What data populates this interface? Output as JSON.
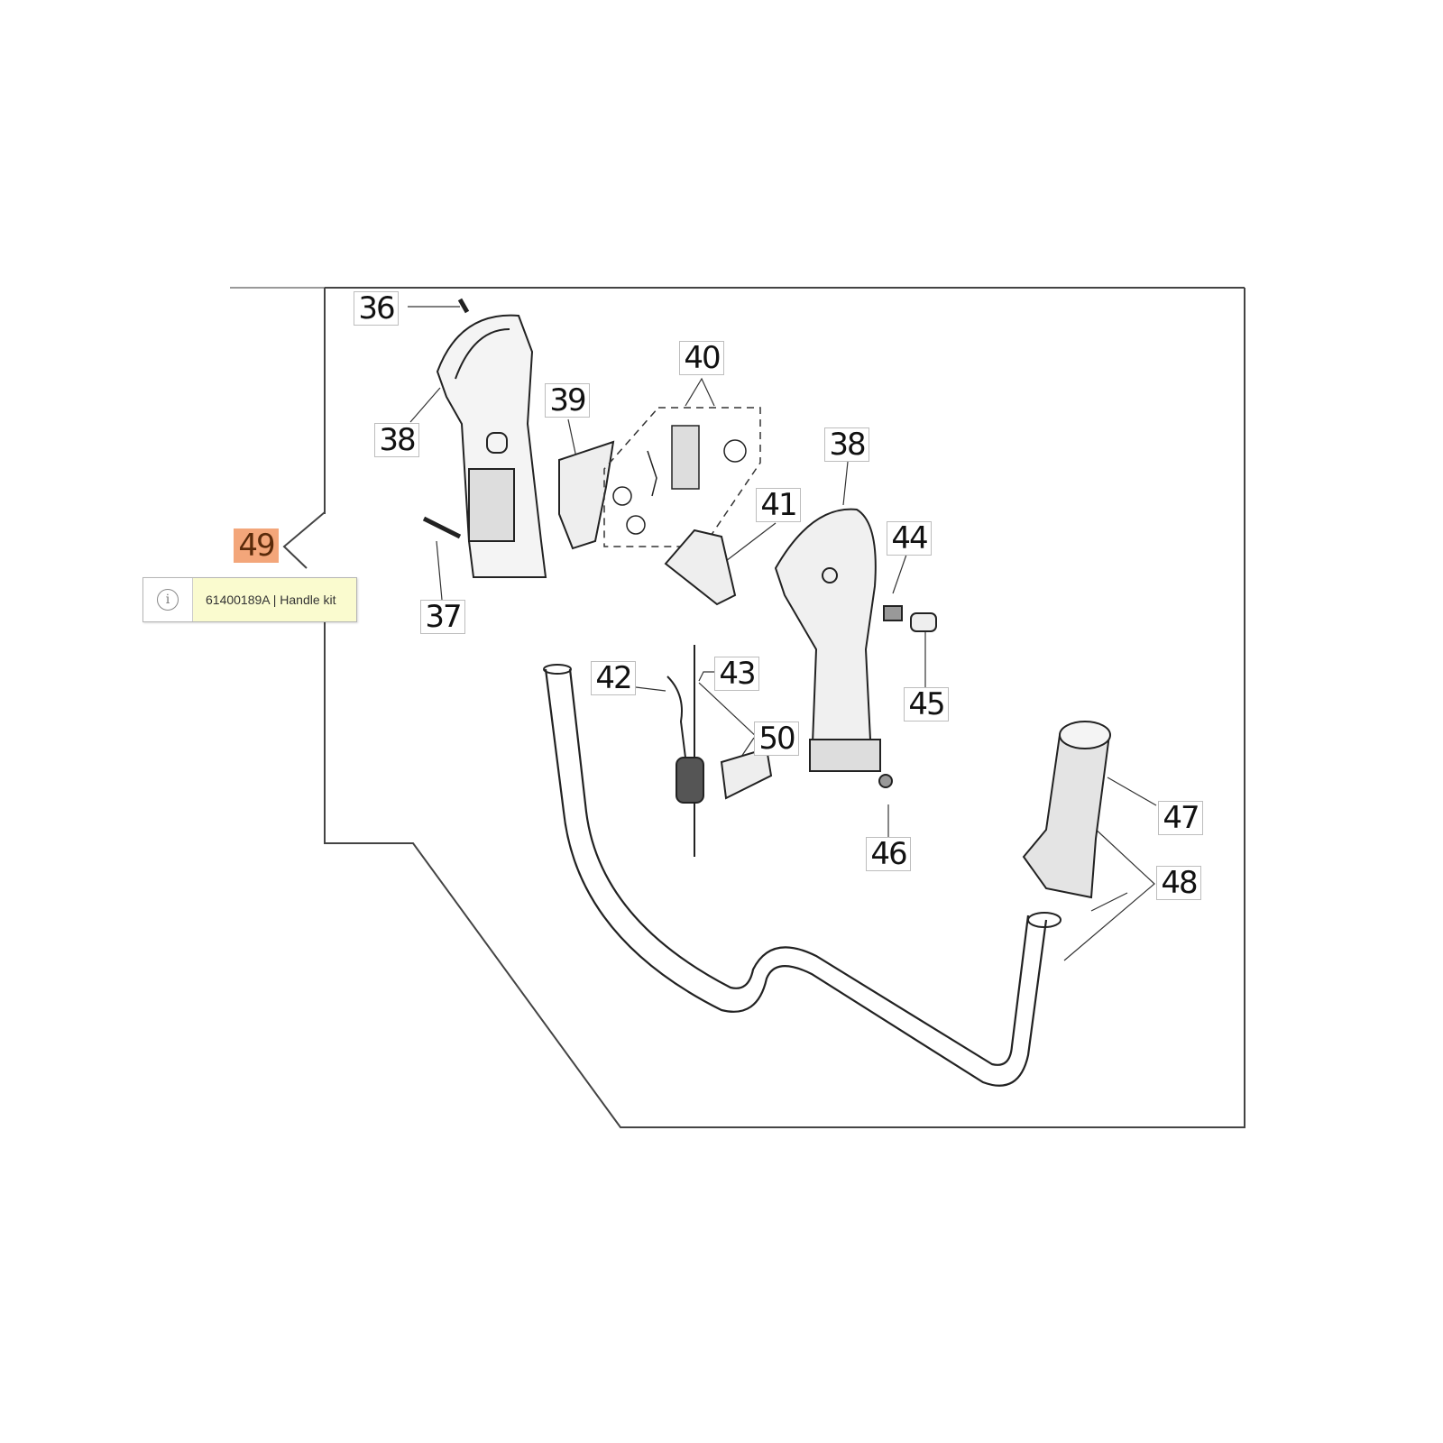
{
  "diagram": {
    "callouts": {
      "c36": "36",
      "c37": "37",
      "c38a": "38",
      "c38b": "38",
      "c39": "39",
      "c40": "40",
      "c41": "41",
      "c42": "42",
      "c43": "43",
      "c44": "44",
      "c45": "45",
      "c46": "46",
      "c47": "47",
      "c48": "48",
      "c49": "49",
      "c50": "50"
    },
    "highlight_color": "#f3a67a"
  },
  "tooltip": {
    "icon": "info-icon",
    "icon_glyph": "i",
    "text": "61400189A | Handle kit"
  }
}
